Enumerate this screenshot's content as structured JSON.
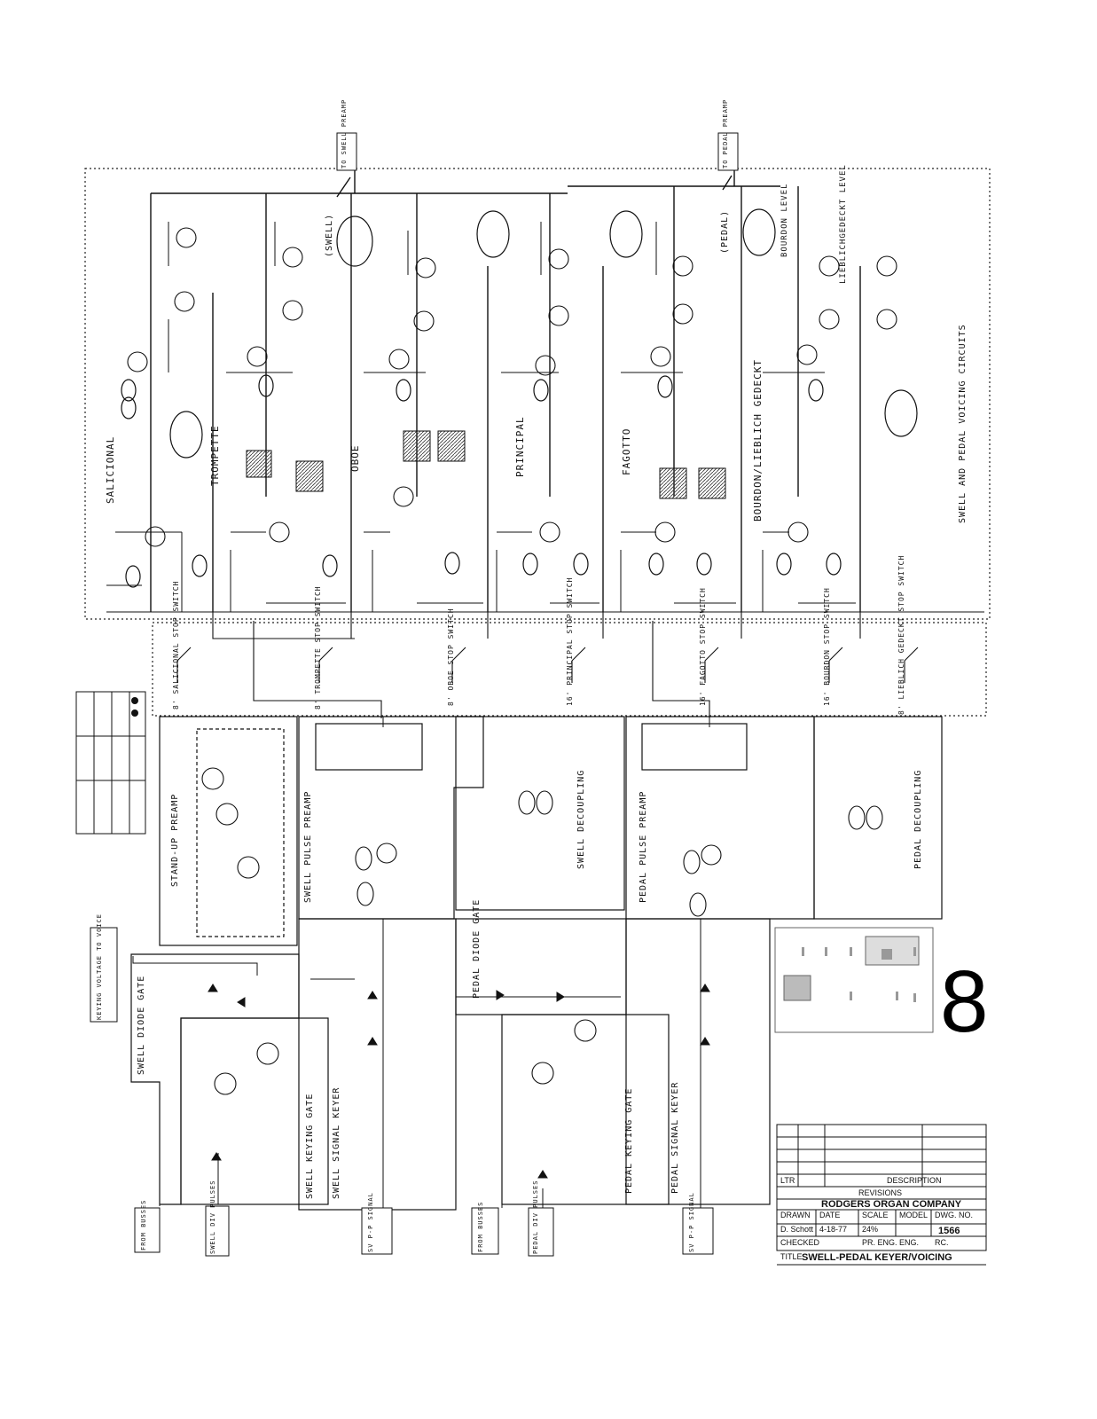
{
  "sheet": {
    "page_number": "8"
  },
  "sections": {
    "salicional": "SALICIONAL",
    "trompette": "TROMPETTE",
    "oboe": "OBOE",
    "principal": "PRINCIPAL",
    "fagotto": "FAGOTTO",
    "bourdon_gedeckt": "BOURDON/LIEBLICH GEDECKT",
    "voicing_title": "SWELL AND PEDAL VOICING CIRCUITS",
    "swell_bus": "(SWELL)",
    "pedal_bus": "(PEDAL)",
    "bourdon_level": "BOURDON LEVEL",
    "lieblich_level": "LIEBLICHGEDECKT LEVEL",
    "standup_preamp": "STAND-UP PREAMP",
    "swell_pulse_preamp": "SWELL PULSE PREAMP",
    "swell_decoupling": "SWELL DECOUPLING",
    "pedal_pulse_preamp": "PEDAL PULSE PREAMP",
    "pedal_decoupling": "PEDAL DECOUPLING",
    "swell_diode_gate": "SWELL DIODE GATE",
    "swell_keying_gate": "SWELL KEYING GATE",
    "swell_signal_keyer": "SWELL SIGNAL KEYER",
    "pedal_diode_gate": "PEDAL DIODE GATE",
    "pedal_keying_gate": "PEDAL KEYING GATE",
    "pedal_signal_keyer": "PEDAL SIGNAL KEYER"
  },
  "callouts": {
    "to_swell_preamp": "TO SWELL PREAMP",
    "to_pedal_preamp": "TO PEDAL PREAMP",
    "from_busses": "FROM BUSSES",
    "swell_div_pulse": "SWELL DIV PULSES",
    "sv_pulse": "SV P-P SIGNAL",
    "from_busses_2": "FROM BUSSES",
    "pedal_div_pulse": "PEDAL DIV PULSES",
    "pedal_sv_pulse": "SV P-P SIGNAL",
    "keying_voltage": "KEYING VOLTAGE TO VOICE"
  },
  "stop_switches": {
    "salicional": "8' SALICIONAL STOP SWITCH",
    "trompette": "8' TROMPETTE STOP SWITCH",
    "oboe": "8' OBOE STOP SWITCH",
    "principal": "16' PRINCIPAL STOP SWITCH",
    "fagotto": "16' FAGOTTO STOP SWITCH",
    "bourdon": "16' BOURDON STOP SWITCH",
    "lieblich": "8' LIEBLICH GEDECKT STOP SWITCH"
  },
  "title_block": {
    "company": "RODGERS ORGAN COMPANY",
    "drawn_label": "DRAWN",
    "drawn_by": "D. Schott",
    "date_label": "DATE",
    "date": "4-18-77",
    "scale_label": "SCALE",
    "scale": "24%",
    "model_label": "MODEL",
    "dwg_label": "DWG. NO.",
    "dwg_no": "1566",
    "checked_label": "CHECKED",
    "pr_eng_label": "PR. ENG.",
    "eng_label": "ENG.",
    "rc_label": "RC.",
    "revisions_label": "REVISIONS",
    "ltr_label": "LTR",
    "description_label": "DESCRIPTION",
    "title_label": "TITLE",
    "title": "SWELL-PEDAL KEYER/VOICING"
  }
}
